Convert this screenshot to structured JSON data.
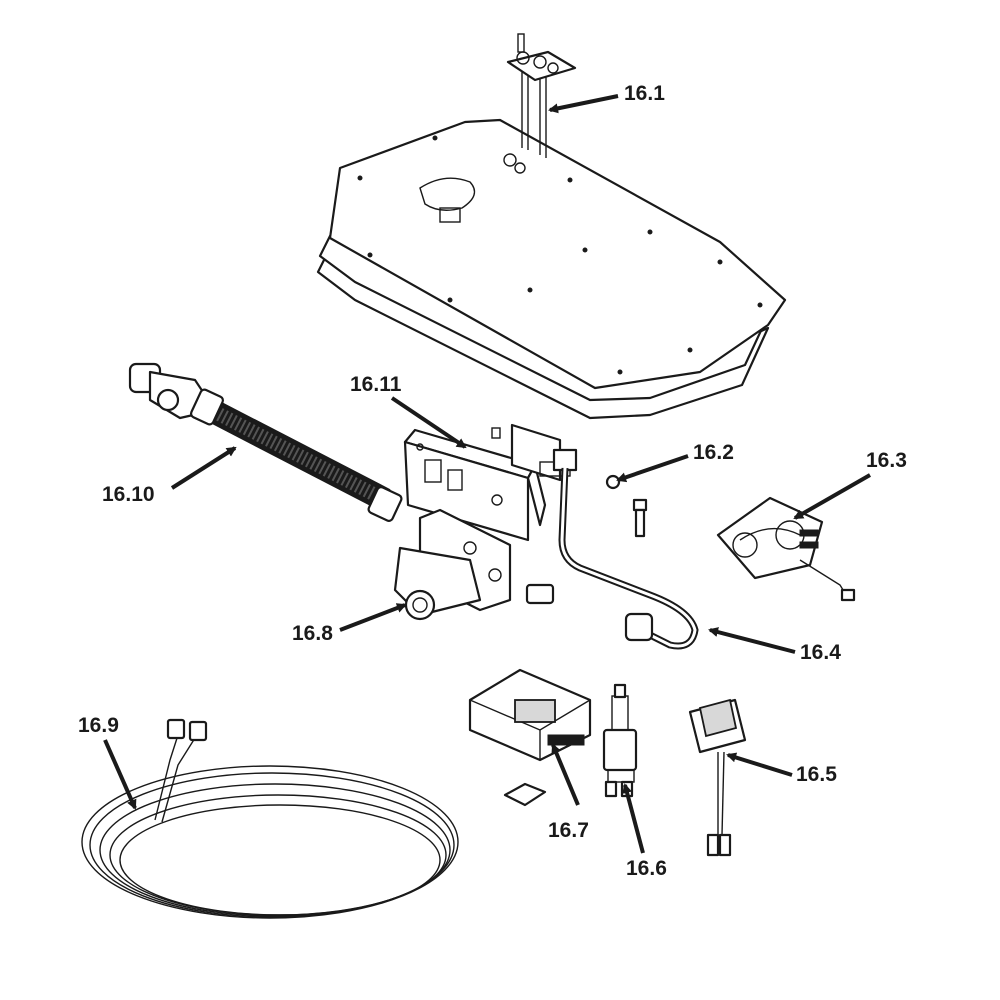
{
  "figure": {
    "callouts": [
      {
        "id": "burner-tray",
        "text": "16.1"
      },
      {
        "id": "bracket-screw",
        "text": "16.2"
      },
      {
        "id": "remote-receiver",
        "text": "16.3"
      },
      {
        "id": "pilot-assembly",
        "text": "16.4"
      },
      {
        "id": "power-adapter",
        "text": "16.5"
      },
      {
        "id": "wire-harness",
        "text": "16.6"
      },
      {
        "id": "control-module",
        "text": "16.7"
      },
      {
        "id": "gas-valve",
        "text": "16.8"
      },
      {
        "id": "wire-coil",
        "text": "16.9"
      },
      {
        "id": "gas-line",
        "text": "16.10"
      },
      {
        "id": "valve-bracket",
        "text": "16.11"
      }
    ]
  }
}
